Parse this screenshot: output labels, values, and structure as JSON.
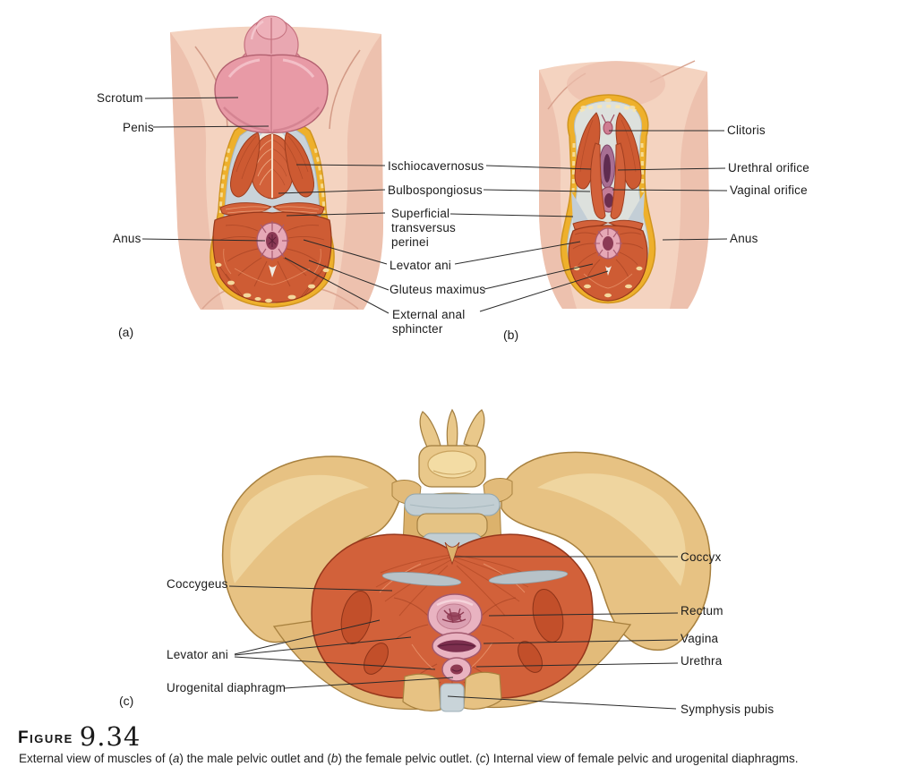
{
  "figure": {
    "heading_word": "Figure",
    "number": "9.34",
    "caption_runs": [
      {
        "text": "External view of muscles of ("
      },
      {
        "text": "a",
        "italic": true
      },
      {
        "text": ") the male pelvic outlet and ("
      },
      {
        "text": "b",
        "italic": true
      },
      {
        "text": ") the female pelvic outlet. ("
      },
      {
        "text": "c",
        "italic": true
      },
      {
        "text": ") Internal view of female pelvic and urogenital diaphragms."
      }
    ]
  },
  "panel_a": {
    "tag": "(a)",
    "labels": {
      "scrotum": "Scrotum",
      "penis": "Penis",
      "anus": "Anus"
    }
  },
  "shared_labels": {
    "ischiocavernosus": "Ischiocavernosus",
    "bulbospongiosus": "Bulbospongiosus",
    "superficial_transversus_perinei": "Superficial\ntransversus\nperinei",
    "levator_ani": "Levator ani",
    "gluteus_maximus": "Gluteus maximus",
    "external_anal_sphincter": "External anal\nsphincter"
  },
  "panel_b": {
    "tag": "(b)",
    "labels": {
      "clitoris": "Clitoris",
      "urethral_orifice": "Urethral orifice",
      "vaginal_orifice": "Vaginal orifice",
      "anus": "Anus"
    }
  },
  "panel_c": {
    "tag": "(c)",
    "labels": {
      "coccygeus": "Coccygeus",
      "coccyx": "Coccyx",
      "rectum": "Rectum",
      "vagina": "Vagina",
      "urethra": "Urethra",
      "levator_ani": "Levator ani",
      "urogenital_diaphragm": "Urogenital diaphragm",
      "symphysis_pubis": "Symphysis pubis"
    }
  },
  "colors": {
    "skin": "#f4d3c0",
    "skin_shade": "#e9b4a0",
    "scrotum_pink": "#e89aa6",
    "muscle": "#d2613a",
    "muscle_dark": "#96381b",
    "fat_yellow": "#eeb02c",
    "fascia_gray": "#c9d3da",
    "bone_tan": "#e7c283",
    "disc_gray": "#c2ced3",
    "orifice_pink": "#e9b3c1",
    "orifice_dark": "#8e3a52",
    "label_text": "#1b1b1b"
  }
}
